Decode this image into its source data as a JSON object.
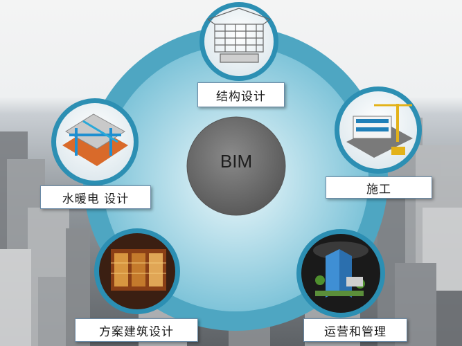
{
  "diagram": {
    "center_label": "BIM",
    "nodes": [
      {
        "id": "structure",
        "label": "结构设计",
        "icon": "structure-frame-icon"
      },
      {
        "id": "construction",
        "label": "施工",
        "icon": "construction-crane-icon"
      },
      {
        "id": "operations",
        "label": "运营和管理",
        "icon": "operations-building-icon"
      },
      {
        "id": "architecture",
        "label": "方案建筑设计",
        "icon": "architecture-interior-icon"
      },
      {
        "id": "mep",
        "label": "水暖电 设计",
        "icon": "mep-pipes-icon"
      }
    ]
  },
  "colors": {
    "ring_outer": "#4ea6c2",
    "ring_inner": "#8ccde0",
    "center": "#6b6b6b",
    "label_border": "#6a8aa6"
  }
}
